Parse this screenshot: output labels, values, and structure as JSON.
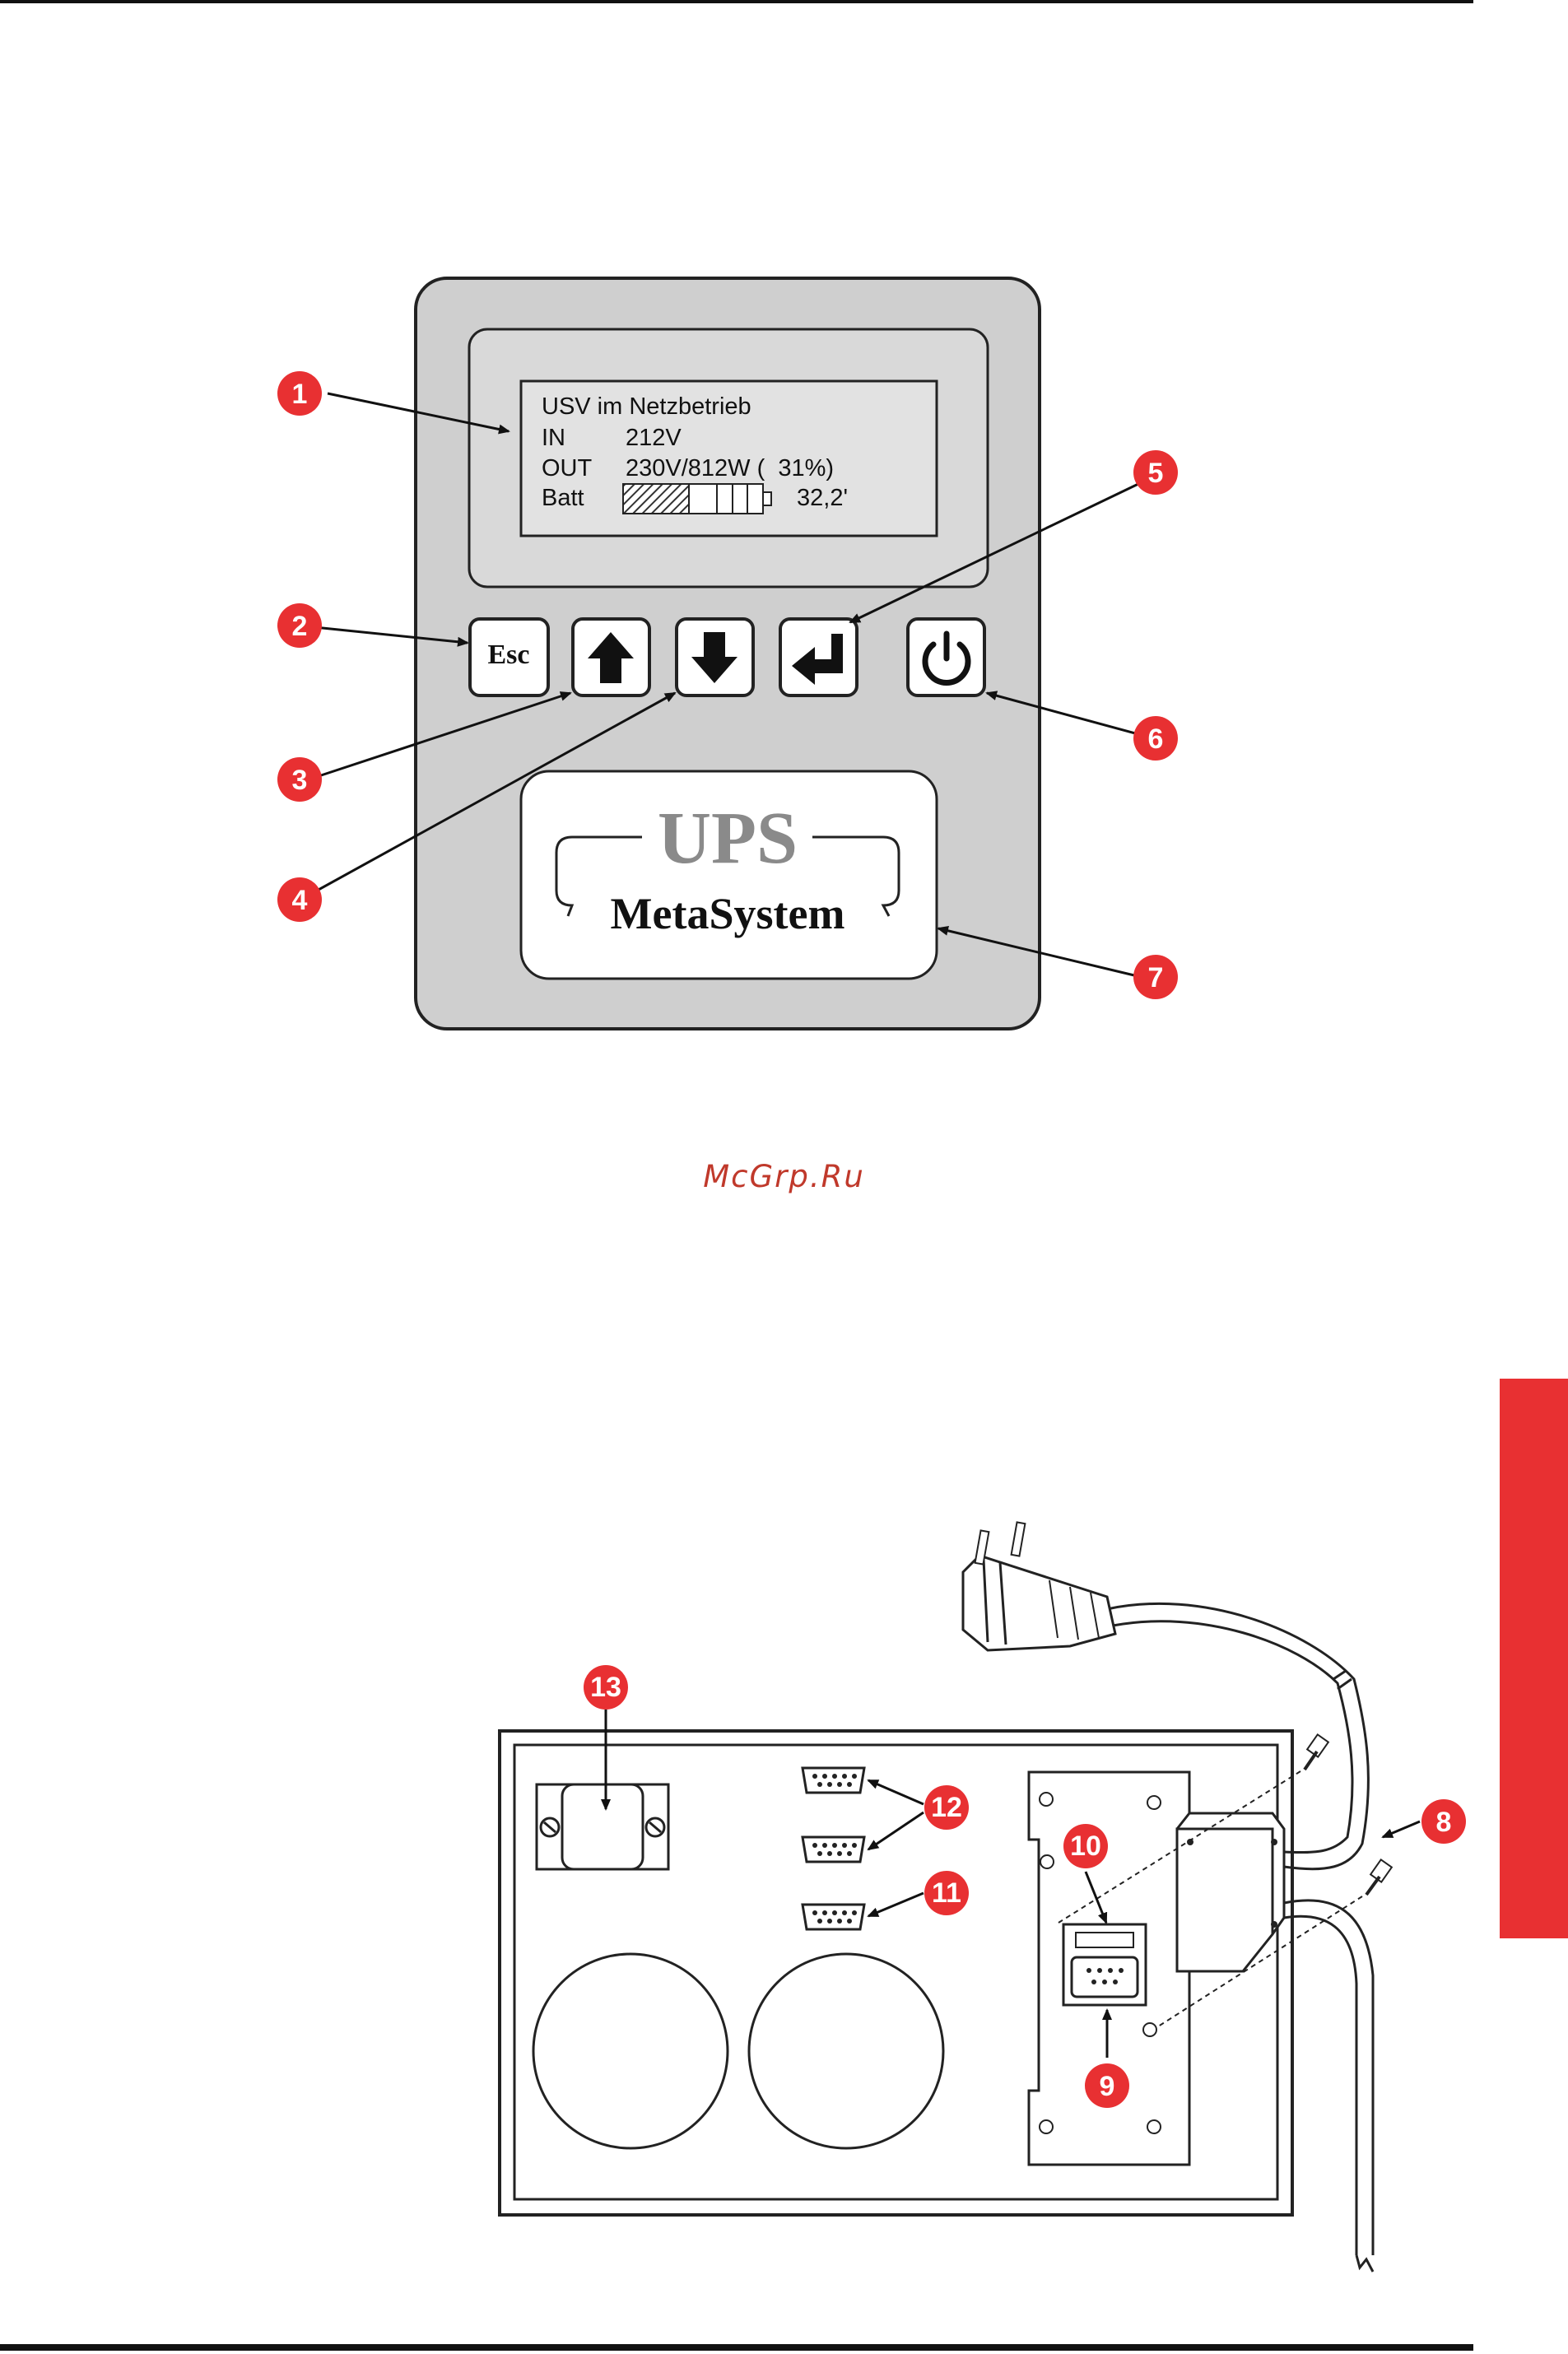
{
  "lcd": {
    "line1": "USV im Netzbetrieb",
    "line2_label": "IN",
    "line2_value": "212V",
    "line3_label": "OUT",
    "line3_value": "230V/812W (  31%)",
    "line4_label": "Batt",
    "line4_value": "32,2'",
    "battery_level_fraction": 0.47
  },
  "buttons": {
    "esc_label": "Esc"
  },
  "logo": {
    "brand_top": "UPS",
    "brand_bottom": "MetaSystem"
  },
  "callouts": [
    "1",
    "2",
    "3",
    "4",
    "5",
    "6",
    "7",
    "8",
    "9",
    "10",
    "11",
    "12",
    "13"
  ],
  "watermark": "McGrp.Ru",
  "colors": {
    "callout_red": "#e83032",
    "panel_gray": "#cfcfcf",
    "logo_gray": "#8a8a8a"
  }
}
